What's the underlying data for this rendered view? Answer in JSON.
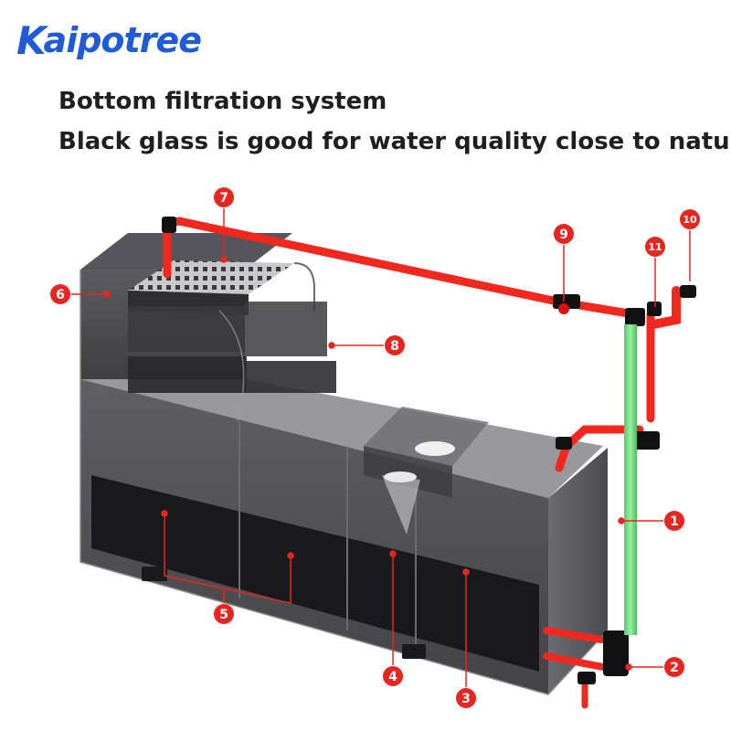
{
  "brand": {
    "logo_text": "Kaipotree",
    "logo_first": "K",
    "logo_rest": "aipotree",
    "color": "#1f5bd6"
  },
  "headline": {
    "line1": "Bottom filtration system",
    "line2": "Black glass is good for water quality close to nature"
  },
  "callouts": [
    "1",
    "2",
    "3",
    "4",
    "5",
    "6",
    "7",
    "8",
    "9",
    "10",
    "11"
  ],
  "colors": {
    "callout_red": "#e8261f",
    "pipe_red": "#f2281e",
    "pipe_green": "#7ee08a",
    "glass_dark": "#2b2b2e"
  }
}
